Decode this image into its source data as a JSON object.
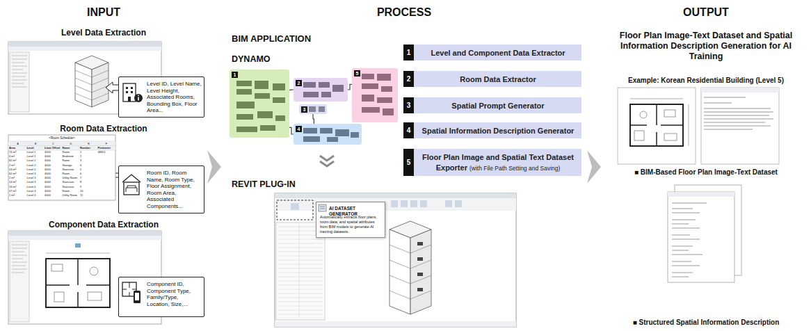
{
  "diagram": {
    "nodes": [
      {
        "text": [
          "INPUT"
        ]
      },
      {
        "text": [
          "Level ID, Level Name, Level Height, Associated Rooms, Bounding Box, Floor Area..."
        ],
        "in": 0
      },
      {
        "text": [
          "Room ID, Room Name, Room Type, Floor Assignment, Room Area, Associated Components..."
        ],
        "in": 0
      },
      {
        "text": [
          "Component ID, Component Type, Family/Type, Location, Size,..."
        ],
        "in": 0
      },
      {
        "text": [
          "PROCESS",
          "BIM APPLICATION"
        ]
      },
      {
        "text": [
          "1"
        ],
        "in": 4
      },
      {
        "text": [
          "2"
        ],
        "in": 4
      },
      {
        "text": [
          "3"
        ],
        "in": 4
      },
      {
        "text": [
          "4"
        ],
        "in": 4
      },
      {
        "text": [
          "5"
        ],
        "in": 4
      },
      {
        "text": [
          "1",
          "Level and Component Data Extractor"
        ],
        "in": 4
      },
      {
        "text": [
          "2",
          "Room Data Extractor"
        ],
        "in": 4
      },
      {
        "text": [
          "3",
          "Spatial Prompt Generator"
        ],
        "in": 4
      },
      {
        "text": [
          "4",
          "Spatial Information Description Generator"
        ],
        "in": 4
      },
      {
        "text": [
          "5",
          "Floor Plan Image and Spatial Text Dataset Exporter",
          "(with File Path Setting and Saving)"
        ],
        "in": 4
      },
      {
        "text": [
          "AI DATASET GENERATOR",
          "Automatically extracts floor plans, room data, and spatial attributes from BIM models to generate AI training datasets."
        ],
        "in": 4
      },
      {
        "text": [
          "OUTPUT",
          "Floor Plan Image-Text Dataset and Spatial Information Description Generation for AI Training"
        ]
      }
    ],
    "edges": [
      {
        "from": 0,
        "to": 4,
        "arrow": "to"
      },
      {
        "from": 4,
        "to": 16,
        "arrow": "to"
      },
      {
        "from": 5,
        "to": 6,
        "arrow": "none"
      },
      {
        "from": 5,
        "to": 8,
        "arrow": "none"
      },
      {
        "from": 6,
        "to": 9,
        "arrow": "none"
      },
      {
        "from": 7,
        "to": 8,
        "arrow": "none"
      }
    ],
    "labels": [
      "Level Data Extraction",
      "Room Data Extraction",
      "Component Data Extraction",
      "DYNAMO",
      "REVIT PLUG-IN",
      "Example: Korean Residential Building (Level 5)",
      "■ BIM-Based Floor Plan Image-Text Dataset",
      "■ Structured Spatial Information Description",
      "<Room Schedule>",
      "A",
      "B",
      "C",
      "D",
      "E",
      "F",
      "Area",
      "Level",
      "Limit Offset",
      "Name",
      "Number",
      "Perimeter",
      "74 m²",
      "Level 1",
      "4000",
      "Room",
      "1",
      "48651",
      "4 m²",
      "Level 1",
      "4000",
      "Bedroom",
      "2",
      "62 m²",
      "Level 2",
      "4000",
      "Room",
      "3",
      "2 m²",
      "Level 2",
      "4000",
      "Storage",
      "4",
      "14 m²",
      "Level 2",
      "4000",
      "Staircase",
      "5",
      "62 m²",
      "Level 3",
      "4000",
      "Room",
      "6",
      "2 m²",
      "Level 3",
      "4000",
      "Utility Room",
      "7",
      "14 m²",
      "Level 3",
      "4000",
      "Staircase",
      "8",
      "16 m²",
      "Level 4",
      "4000",
      "Staircase",
      "9",
      "47 m²",
      "Level 4",
      "4000",
      "Room",
      "10",
      "1 m²",
      "Level 4",
      "4000",
      "Utility Room",
      "11"
    ]
  }
}
